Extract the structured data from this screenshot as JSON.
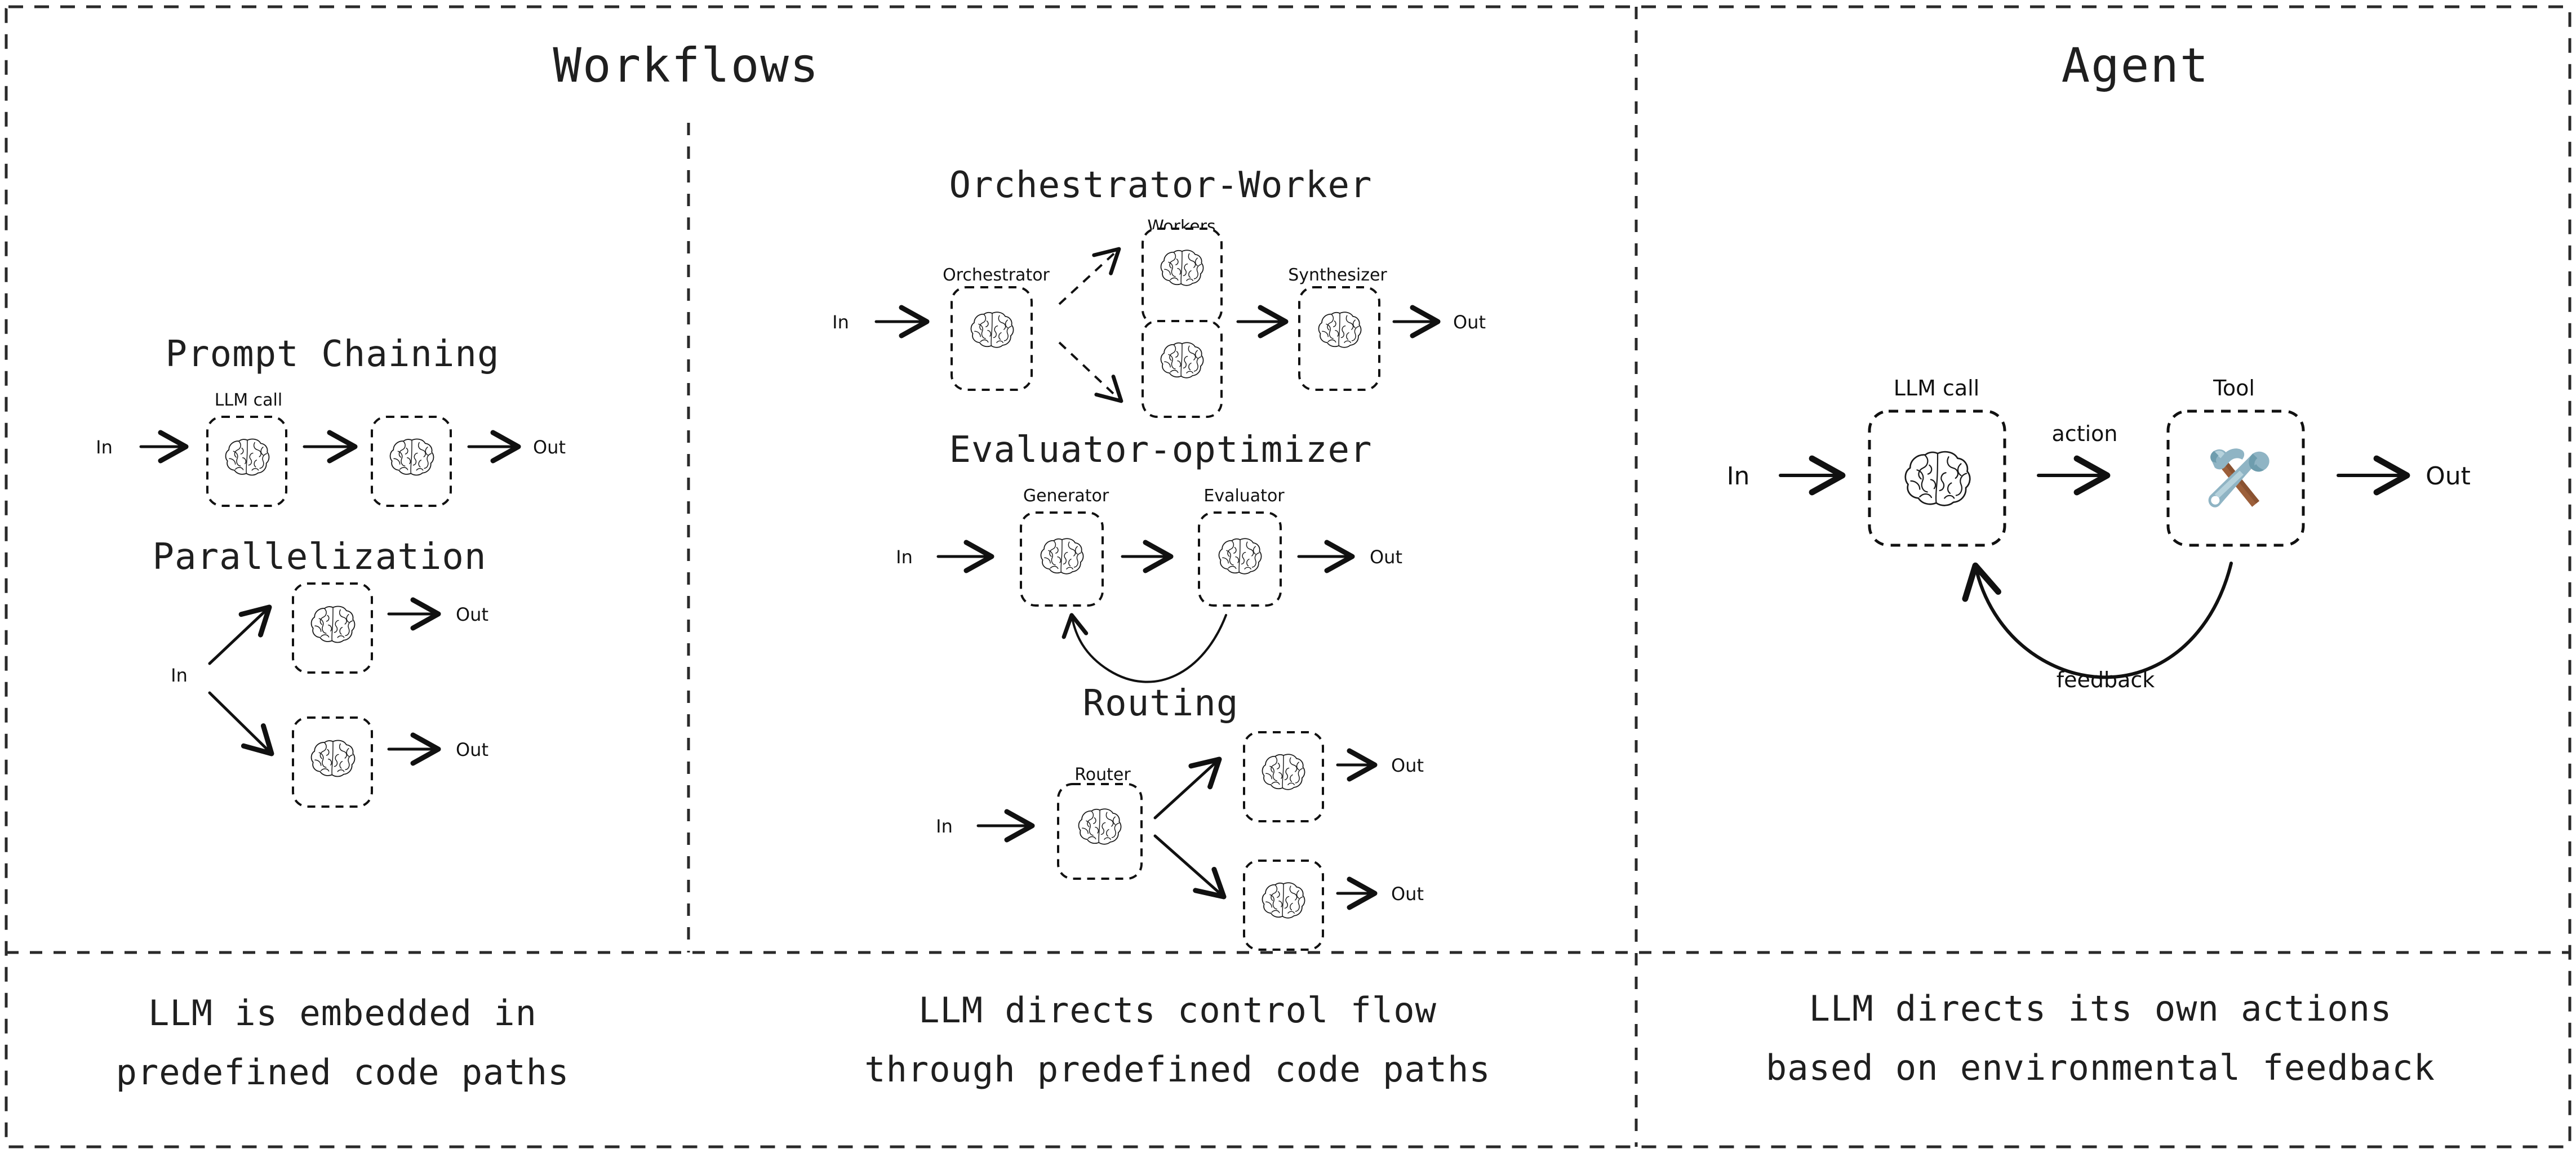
{
  "columns": {
    "workflows_title": "Workflows",
    "agent_title": "Agent"
  },
  "captions": {
    "left_line1": "LLM is embedded in",
    "left_line2": "predefined code paths",
    "middle_line1": "LLM directs control flow",
    "middle_line2": "through predefined code paths",
    "right_line1": "LLM directs its own actions",
    "right_line2": "based on environmental feedback"
  },
  "patterns": {
    "prompt_chaining": {
      "title": "Prompt Chaining",
      "node_label": "LLM call",
      "input": "In",
      "output": "Out",
      "nodes": [
        "brain",
        "brain"
      ]
    },
    "parallelization": {
      "title": "Parallelization",
      "input": "In",
      "output_top": "Out",
      "output_bottom": "Out",
      "nodes": [
        "brain",
        "brain"
      ]
    },
    "orchestrator_worker": {
      "title": "Orchestrator-Worker",
      "workers_label": "Workers",
      "orchestrator_label": "Orchestrator",
      "synthesizer_label": "Synthesizer",
      "input": "In",
      "output": "Out"
    },
    "evaluator_optimizer": {
      "title": "Evaluator-optimizer",
      "generator_label": "Generator",
      "evaluator_label": "Evaluator",
      "input": "In",
      "output": "Out"
    },
    "routing": {
      "title": "Routing",
      "router_label": "Router",
      "input": "In",
      "output_top": "Out",
      "output_bottom": "Out"
    },
    "agent": {
      "llm_call_label": "LLM call",
      "tool_label": "Tool",
      "action_label": "action",
      "feedback_label": "feedback",
      "input": "In",
      "output": "Out"
    }
  },
  "icons": {
    "brain": "brain-icon",
    "tool": "hammer-and-wrench-icon"
  },
  "colors": {
    "ink": "#1f1f1f",
    "stroke": "#111111",
    "background": "#ffffff",
    "tool_metal": "#8FB4C4",
    "tool_metal_dark": "#6E9DAE",
    "tool_metal_light": "#B6D2DC",
    "tool_handle": "#9C5F3A"
  }
}
